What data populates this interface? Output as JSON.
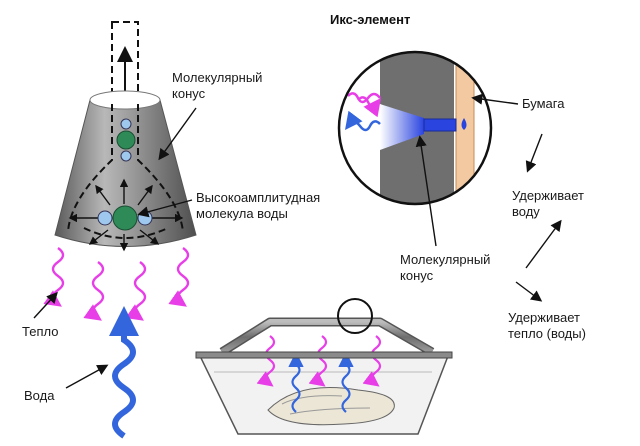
{
  "title": "Икс-элемент",
  "labels": {
    "molecular_cone_top": "Молекулярный\nконус",
    "high_amplitude_molecule": "Высокоамплитудная\nмолекула воды",
    "heat": "Тепло",
    "water": "Вода",
    "paper": "Бумага",
    "holds_water": "Удерживает\nводу",
    "molecular_cone_inset": "Молекулярный\nконус",
    "holds_heat": "Удерживает\nтепло (воды)"
  },
  "colors": {
    "cone_gray": "#8a8a8a",
    "molecule_green": "#2e8b57",
    "molecule_blue": "#9fc8ee",
    "heat_wave": "#e83ee8",
    "water_wave": "#3366dd",
    "paper_tan": "#f2c9a0",
    "inset_gradient_end": "#2a44e0"
  }
}
